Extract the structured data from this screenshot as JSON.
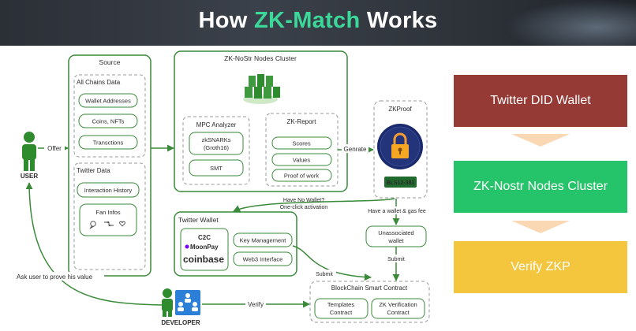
{
  "header": {
    "title_prefix": "How ",
    "title_accent": "ZK-Match",
    "title_suffix": " Works"
  },
  "colors": {
    "flow_green": "#3a8a3a",
    "dark_green": "#1f5f1f",
    "accent": "#3cd89a",
    "did_box": "#963a35",
    "nostr_box": "#26c46a",
    "verify_box": "#f3c63e",
    "chevron": "#fbd8b4"
  },
  "user": {
    "label": "USER",
    "offer": "Offer"
  },
  "source": {
    "title": "Source",
    "all_chains": {
      "title": "All Chains Data",
      "items": [
        "Wallet Addresses",
        "Coins, NFTs",
        "Transctions"
      ]
    },
    "twitter": {
      "title": "Twitter Data",
      "interaction": "Interaction History",
      "fan_infos": "Fan Infos"
    }
  },
  "cluster": {
    "title": "ZK-NoStr Nodes Cluster",
    "mpc": {
      "title": "MPC Analyzer",
      "zksnarks_line1": "zkSNARKs",
      "zksnarks_line2": "(Groth16)",
      "smt": "SMT"
    },
    "report": {
      "title": "ZK-Report",
      "items": [
        "Scores",
        "Values",
        "Proof of work"
      ]
    }
  },
  "generate_label": "Genrate",
  "zkproof": {
    "title": "ZKProof",
    "badge": "BLS12-381"
  },
  "no_wallet": {
    "line1": "Have No Wallet?",
    "line2": "One-click activation"
  },
  "have_wallet": "Have a wallet & gas fee",
  "unassociated": {
    "line1": "Unassociated",
    "line2": "wallet"
  },
  "submit": "Submit",
  "twitter_wallet": {
    "title": "Twitter Wallet",
    "c2c": "C2C",
    "moonpay": "MoonPay",
    "coinbase": "coinbase",
    "key_mgmt": "Key Management",
    "web3": "Web3 Interface"
  },
  "contract": {
    "title": "BlockChain Smart Contract",
    "templates_line1": "Templates",
    "templates_line2": "Contract",
    "zkv_line1": "ZK Verification",
    "zkv_line2": "Contract"
  },
  "ask_user": "Ask user to prove his value",
  "verify": "Verify",
  "developer": "DEVELOPER",
  "right_flow": [
    "Twitter DID Wallet",
    "ZK-Nostr Nodes Cluster",
    "Verify ZKP"
  ]
}
